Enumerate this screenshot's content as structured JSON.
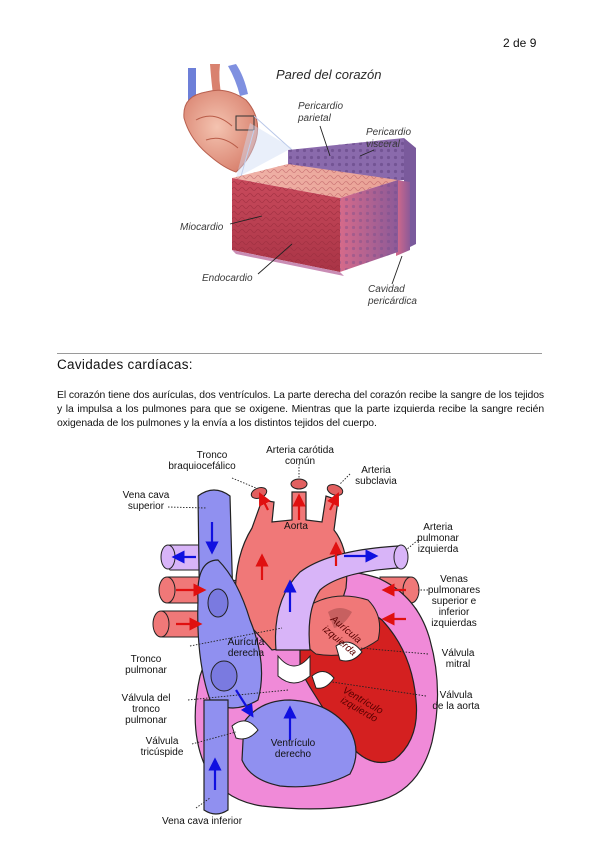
{
  "page_number": "2 de 9",
  "figure1": {
    "title": "Pared del corazón",
    "labels": {
      "pericardio_parietal_1": "Pericardio",
      "pericardio_parietal_2": "parietal",
      "pericardio_visceral_1": "Pericardio",
      "pericardio_visceral_2": "visceral",
      "miocardio": "Miocardio",
      "endocardio": "Endocardio",
      "cavidad_1": "Cavidad",
      "cavidad_2": "pericárdica"
    }
  },
  "section": {
    "heading": "Cavidades cardíacas:",
    "intro": "El corazón tiene dos aurículas, dos ventrículos. La parte derecha del corazón recibe la sangre de los tejidos y la impulsa a los pulmones para que se oxigene. Mientras que la parte izquierda recibe la sangre recién oxigenada de los pulmones y la envía a los distintos tejidos del cuerpo."
  },
  "figure2": {
    "labels": {
      "tronco_braq_1": "Tronco",
      "tronco_braq_2": "braquiocefálico",
      "carotida_1": "Arteria carótida",
      "carotida_2": "común",
      "subclavia_1": "Arteria",
      "subclavia_2": "subclavia",
      "vcs_1": "Vena cava",
      "vcs_2": "superior",
      "aorta": "Aorta",
      "art_pulm_1": "Arteria",
      "art_pulm_2": "pulmonar",
      "art_pulm_3": "izquierda",
      "venas_pulm_1": "Venas",
      "venas_pulm_2": "pulmonares",
      "venas_pulm_3": "superior e",
      "venas_pulm_4": "inferior",
      "venas_pulm_5": "izquierdas",
      "auricula_izq_1": "Aurícula",
      "auricula_izq_2": "izquierda",
      "auricula_der_1": "Aurícula",
      "auricula_der_2": "derecha",
      "tronco_pulm_1": "Tronco",
      "tronco_pulm_2": "pulmonar",
      "valv_mitral_1": "Válvula",
      "valv_mitral_2": "mitral",
      "valv_tronco_1": "Válvula del",
      "valv_tronco_2": "tronco",
      "valv_tronco_3": "pulmonar",
      "ventr_izq_1": "Ventrículo",
      "ventr_izq_2": "izquierdo",
      "valv_aorta_1": "Válvula",
      "valv_aorta_2": "de la aorta",
      "valv_tric_1": "Válvula",
      "valv_tric_2": "tricúspide",
      "ventr_der_1": "Ventrículo",
      "ventr_der_2": "derecho",
      "vci": "Vena cava inferior"
    }
  },
  "colors": {
    "oxygenated": "#f06a6a",
    "deoxygenated": "#8f8ff0",
    "pericardium": "#f08ad8",
    "left_ventricle": "#d42020",
    "arrow_red": "#e01010",
    "arrow_blue": "#1010e0"
  }
}
